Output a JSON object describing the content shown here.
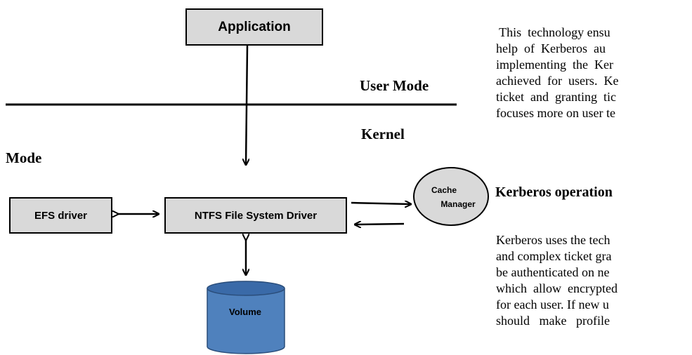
{
  "diagram": {
    "nodes": {
      "application": "Application",
      "efs_driver": "EFS driver",
      "ntfs_driver": "NTFS File System Driver",
      "cache_manager_line1": "Cache",
      "cache_manager_line2": "Manager",
      "volume": "Volume"
    },
    "labels": {
      "user_mode": "User Mode",
      "kernel": "Kernel",
      "mode": "Mode"
    },
    "colors": {
      "box_fill": "#d9d9d9",
      "cache_fill": "#d9d9d9",
      "cylinder_fill": "#4f81bd",
      "cylinder_top": "#3a6aa8",
      "stroke": "#000000"
    }
  },
  "text": {
    "paragraph1": [
      " This  technology ensu",
      "help  of  Kerberos  au",
      "implementing  the  Ker",
      "achieved  for  users.  Ke",
      "ticket  and  granting  tic",
      "focuses more on user te"
    ],
    "heading": "Kerberos operation",
    "paragraph2": [
      "Kerberos uses the tech",
      "and complex ticket gra",
      "be authenticated on ne",
      "which  allow  encrypted",
      "for each user. If new u",
      "should   make   profile"
    ]
  }
}
